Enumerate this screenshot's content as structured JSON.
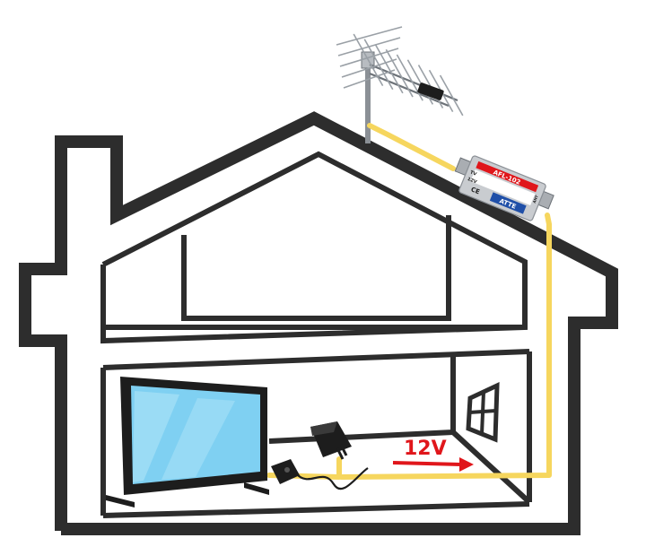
{
  "diagram": {
    "amplifier": {
      "model": "AFL-102",
      "input_label": "TV",
      "power_label": "12V",
      "output_label": "ANT",
      "ce_mark": "CE",
      "brand": "ATTE"
    },
    "voltage_label": "12V",
    "colors": {
      "outline": "#2d2d2d",
      "cable": "#f6d65e",
      "arrow": "#e0161b",
      "screen": "#7fd0f2",
      "amplifier_body": "#c9ccd0",
      "amplifier_band": "#1f4fa8"
    }
  }
}
